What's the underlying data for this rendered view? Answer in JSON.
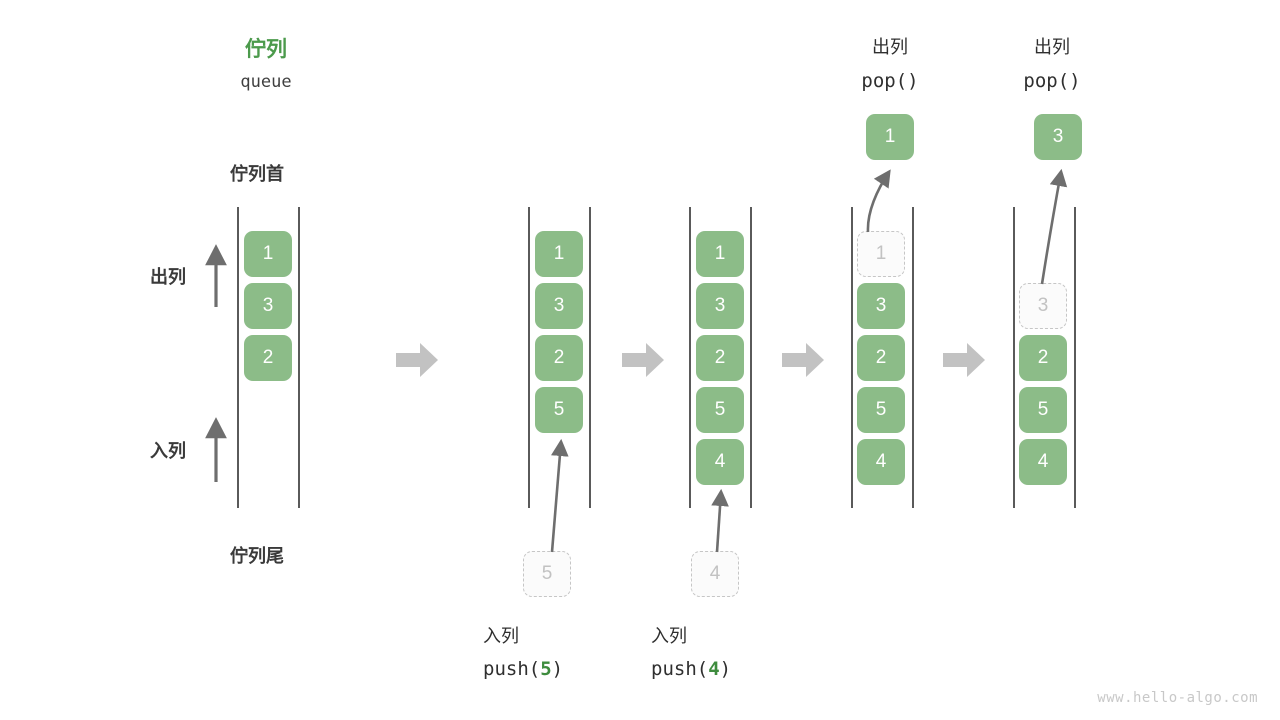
{
  "diagram": {
    "title_cn": "佇列",
    "title_en": "queue",
    "head_label": "佇列首",
    "tail_label": "佇列尾",
    "dequeue_label": "出列",
    "enqueue_label": "入列",
    "watermark": "www.hello-algo.com",
    "colors": {
      "cell_fill": "#8cbc88",
      "cell_text": "#ffffff",
      "ghost_fill": "#fbfbfb",
      "ghost_border": "#c6c6c6",
      "ghost_text": "#c2c2c2",
      "accent_green": "#4c9a4c",
      "rail": "#5a5a5a",
      "arrow_gray": "#6e6e6e",
      "step_arrow": "#c2c2c2",
      "watermark": "#c8c8c8"
    }
  },
  "steps": [
    {
      "name": "initial",
      "cells": [
        {
          "value": "1",
          "ghost": false
        },
        {
          "value": "3",
          "ghost": false
        },
        {
          "value": "2",
          "ghost": false
        }
      ]
    },
    {
      "name": "after-push-5",
      "cells": [
        {
          "value": "1",
          "ghost": false
        },
        {
          "value": "3",
          "ghost": false
        },
        {
          "value": "2",
          "ghost": false
        },
        {
          "value": "5",
          "ghost": false
        }
      ]
    },
    {
      "name": "after-push-4",
      "cells": [
        {
          "value": "1",
          "ghost": false
        },
        {
          "value": "3",
          "ghost": false
        },
        {
          "value": "2",
          "ghost": false
        },
        {
          "value": "5",
          "ghost": false
        },
        {
          "value": "4",
          "ghost": false
        }
      ]
    },
    {
      "name": "after-pop-1",
      "cells": [
        {
          "value": "1",
          "ghost": true
        },
        {
          "value": "3",
          "ghost": false
        },
        {
          "value": "2",
          "ghost": false
        },
        {
          "value": "5",
          "ghost": false
        },
        {
          "value": "4",
          "ghost": false
        }
      ]
    },
    {
      "name": "after-pop-3",
      "cells": [
        {
          "value": "",
          "ghost": null
        },
        {
          "value": "3",
          "ghost": true
        },
        {
          "value": "2",
          "ghost": false
        },
        {
          "value": "5",
          "ghost": false
        },
        {
          "value": "4",
          "ghost": false
        }
      ]
    }
  ],
  "operations": {
    "push_5": {
      "label_cn": "入列",
      "code_prefix": "push(",
      "code_num": "5",
      "code_suffix": ")",
      "ghost_value": "5"
    },
    "push_4": {
      "label_cn": "入列",
      "code_prefix": "push(",
      "code_num": "4",
      "code_suffix": ")",
      "ghost_value": "4"
    },
    "pop_1": {
      "label_cn": "出列",
      "code": "pop()",
      "popped_value": "1"
    },
    "pop_3": {
      "label_cn": "出列",
      "code": "pop()",
      "popped_value": "3"
    }
  }
}
